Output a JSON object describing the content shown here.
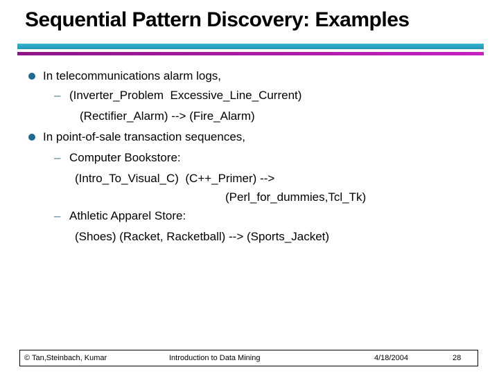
{
  "slide": {
    "title": "Sequential Pattern Discovery: Examples"
  },
  "content": {
    "dash_glyph": "–",
    "sections": [
      {
        "bullet_text": "In telecommunications alarm logs,",
        "sub_items": [
          {
            "label": "(Inverter_Problem  Excessive_Line_Current)",
            "lines": [
              "(Rectifier_Alarm) --> (Fire_Alarm)"
            ]
          }
        ]
      },
      {
        "bullet_text": "In point-of-sale transaction sequences,",
        "sub_items": [
          {
            "label": "Computer Bookstore:",
            "lines": [
              "(Intro_To_Visual_C)  (C++_Primer) -->",
              "(Perl_for_dummies,Tcl_Tk)"
            ]
          },
          {
            "label": "Athletic Apparel Store:",
            "lines": [
              "(Shoes) (Racket, Racketball) --> (Sports_Jacket)"
            ]
          }
        ]
      }
    ]
  },
  "footer": {
    "copyright": "© Tan,Steinbach, Kumar",
    "center": "Introduction to Data Mining",
    "date": "4/18/2004",
    "page": "28"
  },
  "colors": {
    "cyan_rule": "#29a8c8",
    "purple_rule_start": "#8c1589",
    "purple_rule_end": "#c621c1",
    "bullet": "#1e6a8a",
    "dash": "#4e7f96",
    "title_text": "#000000",
    "body_text": "#000000"
  }
}
